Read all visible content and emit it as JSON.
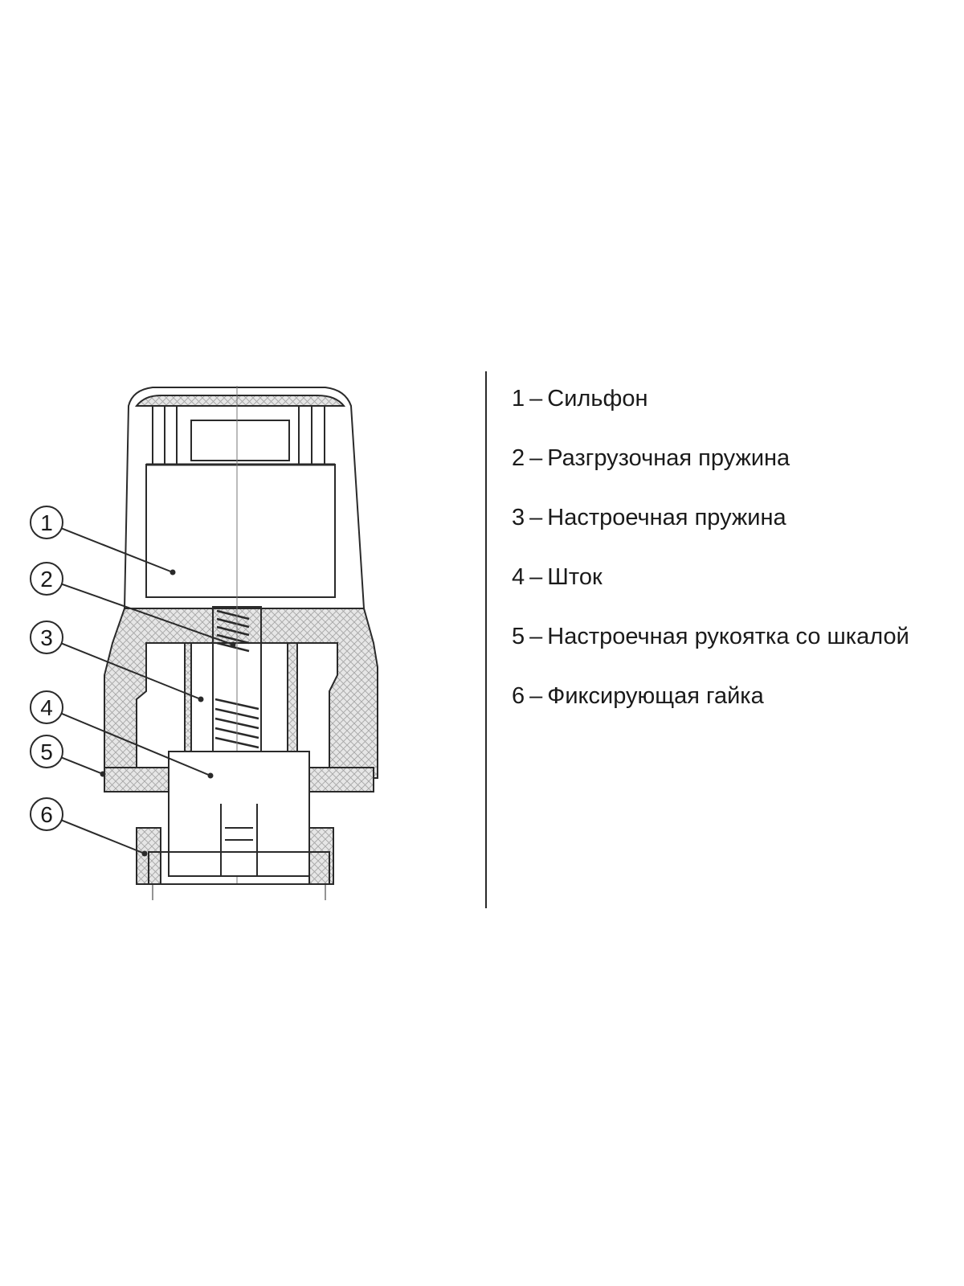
{
  "callouts": [
    "1",
    "2",
    "3",
    "4",
    "5",
    "6"
  ],
  "legend": [
    {
      "num": "1",
      "sep": "–",
      "text": "Сильфон"
    },
    {
      "num": "2",
      "sep": "–",
      "text": "Разгрузочная пружина"
    },
    {
      "num": "3",
      "sep": "–",
      "text": "Настроечная пружина"
    },
    {
      "num": "4",
      "sep": "–",
      "text": "Шток"
    },
    {
      "num": "5",
      "sep": "–",
      "text": "Настроечная рукоятка со шкалой"
    },
    {
      "num": "6",
      "sep": "–",
      "text": "Фиксирующая гайка"
    }
  ],
  "colors": {
    "line": "#2a2a2a",
    "hatch": "#9a9a9a",
    "fill": "#d9d9d9",
    "background": "#ffffff"
  }
}
